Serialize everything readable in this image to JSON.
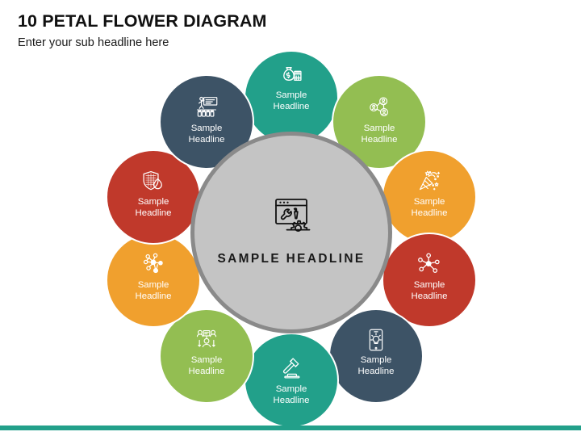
{
  "header": {
    "title": "10 PETAL FLOWER DIAGRAM",
    "subtitle": "Enter your sub headline here"
  },
  "center": {
    "title": "SAMPLE HEADLINE",
    "icon": "browser-tools-gear-icon",
    "fill_color": "#c4c4c4",
    "border_color": "#8a8a8a",
    "text_color": "#1a1a1a"
  },
  "footer": {
    "bar_color": "#22a08a"
  },
  "colors": {
    "teal": "#22a08a",
    "light_green": "#93be52",
    "orange": "#f0a02e",
    "red": "#c0392b",
    "navy": "#3d5366",
    "gray": "#c4c4c4",
    "gray_border": "#8a8a8a",
    "title_black": "#111111",
    "white": "#ffffff"
  },
  "petals": [
    {
      "position": "top",
      "label": "Sample\nHeadline",
      "label_line1": "Sample",
      "label_line2": "Headline",
      "color": "#22a08a",
      "icon": "money-bag-calculator-icon"
    },
    {
      "position": "top-right",
      "label": "Sample\nHeadline",
      "label_line1": "Sample",
      "label_line2": "Headline",
      "color": "#93be52",
      "icon": "people-network-icon"
    },
    {
      "position": "right-upper",
      "label": "Sample\nHeadline",
      "label_line1": "Sample",
      "label_line2": "Headline",
      "color": "#f0a02e",
      "icon": "party-popper-icon"
    },
    {
      "position": "right-lower",
      "label": "Sample\nHeadline",
      "label_line1": "Sample",
      "label_line2": "Headline",
      "color": "#c0392b",
      "icon": "hub-nodes-icon"
    },
    {
      "position": "bottom-right",
      "label": "Sample\nHeadline",
      "label_line1": "Sample",
      "label_line2": "Headline",
      "color": "#3d5366",
      "icon": "smartphone-lightbulb-icon"
    },
    {
      "position": "bottom",
      "label": "Sample\nHeadline",
      "label_line1": "Sample",
      "label_line2": "Headline",
      "color": "#22a08a",
      "icon": "gavel-icon"
    },
    {
      "position": "bottom-left",
      "label": "Sample\nHeadline",
      "label_line1": "Sample",
      "label_line2": "Headline",
      "color": "#93be52",
      "icon": "team-org-chart-icon"
    },
    {
      "position": "left-lower",
      "label": "Sample\nHeadline",
      "label_line1": "Sample",
      "label_line2": "Headline",
      "color": "#f0a02e",
      "icon": "molecule-network-icon"
    },
    {
      "position": "left-upper",
      "label": "Sample\nHeadline",
      "label_line1": "Sample",
      "label_line2": "Headline",
      "color": "#c0392b",
      "icon": "shield-flame-icon"
    },
    {
      "position": "top-left",
      "label": "Sample\nHeadline",
      "label_line1": "Sample",
      "label_line2": "Headline",
      "color": "#3d5366",
      "icon": "presentation-training-icon"
    }
  ]
}
